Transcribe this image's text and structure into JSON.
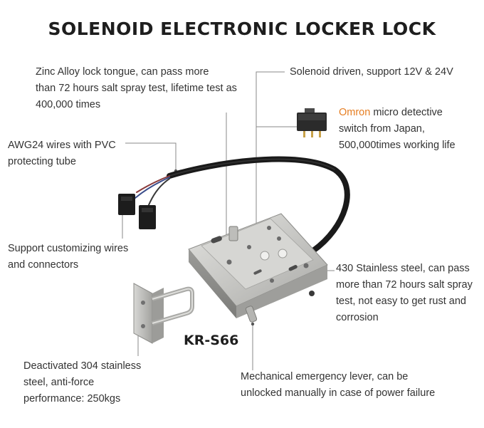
{
  "title": "SOLENOID ELECTRONIC LOCKER LOCK",
  "model": "KR-S66",
  "callouts": {
    "tongue": [
      "Zinc Alloy lock tongue, can pass more",
      "than 72 hours salt spray test, lifetime test as",
      "400,000 times"
    ],
    "solenoid": "Solenoid driven, support 12V & 24V",
    "switch": {
      "brand": "Omron",
      "line1_rest": " micro detective",
      "line2": "switch from Japan,",
      "line3": "500,000times working life"
    },
    "wires": [
      "AWG24 wires with PVC",
      "protecting tube"
    ],
    "custom": [
      "Support customizing wires",
      "and connectors"
    ],
    "steel430": [
      "430 Stainless steel, can pass",
      "more than 72 hours salt spray",
      "test, not easy to get rust and",
      "corrosion"
    ],
    "steel304": [
      "Deactivated 304 stainless",
      "steel, anti-force",
      "performance: 250kgs"
    ],
    "lever": [
      "Mechanical emergency lever, can be",
      "unlocked manually in case of power failure"
    ]
  },
  "colors": {
    "brand_accent": "#e67e22",
    "lock_body": "#c9c9c6",
    "cable": "#1a1a1a"
  }
}
